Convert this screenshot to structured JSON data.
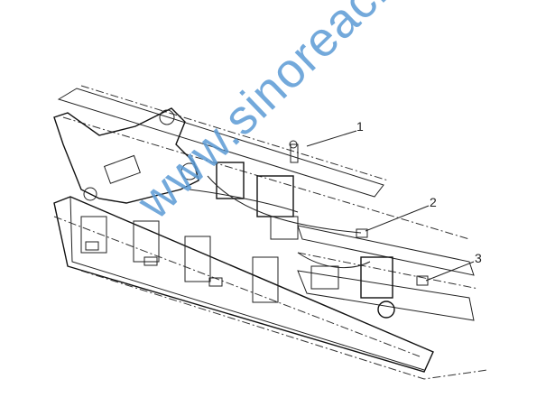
{
  "diagram": {
    "callouts": [
      "1",
      "2",
      "3"
    ],
    "watermark": "www.sinoreach.id"
  }
}
